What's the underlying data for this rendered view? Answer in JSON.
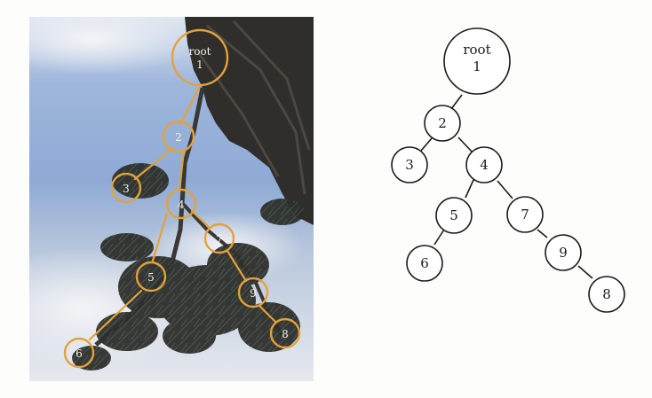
{
  "tree": {
    "nodes": [
      {
        "id": "root",
        "line1": "root",
        "line2": "1"
      },
      {
        "id": "2",
        "label": "2"
      },
      {
        "id": "3",
        "label": "3"
      },
      {
        "id": "4",
        "label": "4"
      },
      {
        "id": "5",
        "label": "5"
      },
      {
        "id": "6",
        "label": "6"
      },
      {
        "id": "7",
        "label": "7"
      },
      {
        "id": "9",
        "label": "9"
      },
      {
        "id": "8",
        "label": "8"
      }
    ],
    "edges": [
      [
        "root",
        "2"
      ],
      [
        "2",
        "3"
      ],
      [
        "2",
        "4"
      ],
      [
        "4",
        "5"
      ],
      [
        "5",
        "6"
      ],
      [
        "4",
        "7"
      ],
      [
        "7",
        "9"
      ],
      [
        "9",
        "8"
      ]
    ]
  },
  "colors": {
    "overlay": "#e2a23c",
    "overlay_text": "#f4f0e6",
    "sky_light": "#e9edf3",
    "sky_blue": "#8ea9d3",
    "foliage": "#2a2d2a",
    "diagram_stroke": "#1a1a1a"
  }
}
